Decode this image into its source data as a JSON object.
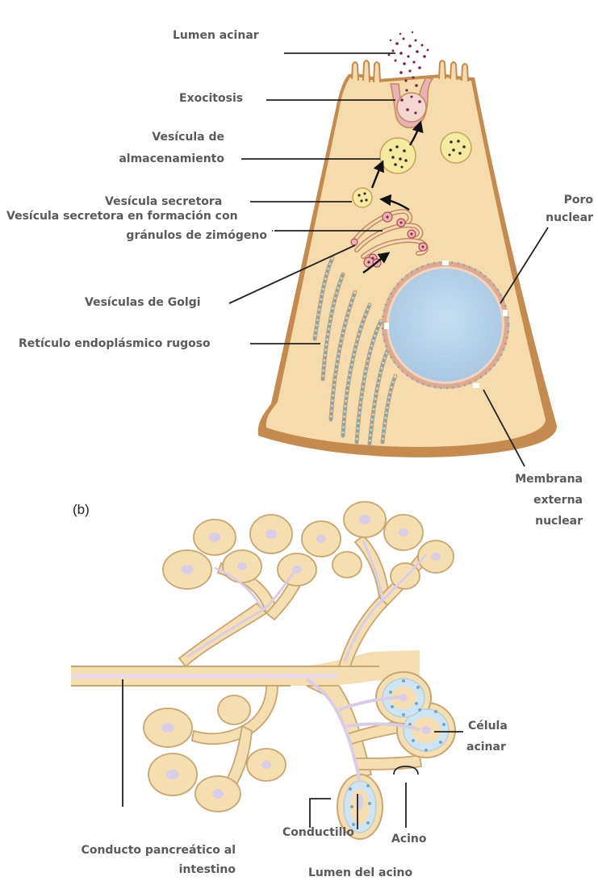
{
  "colors": {
    "cytoplasm": "#f6dcac",
    "cell_edge": "#c9894b",
    "nucleus": "#b7d4ea",
    "vesicle": "#f6eaa0",
    "label_text": "#5a5a5a",
    "leader": "#222222",
    "lobule_fill": "#f5deb0",
    "lobule_edge": "#c9a56f",
    "duct_lumen": "#d8cde6",
    "ribosome": "#6fa8c8",
    "granule": "#7a1f4d"
  },
  "panel_a": {
    "labels": {
      "lumen_acinar": "Lumen acinar",
      "exocitosis": "Exocitosis",
      "vesicula_almacenamiento_1": "Vesícula de",
      "vesicula_almacenamiento_2": "almacenamiento",
      "vesicula_secretora": "Vesícula secretora",
      "vesicula_formacion_1": "Vesícula secretora en formación con",
      "vesicula_formacion_2": "gránulos de zimógeno",
      "vesiculas_golgi": "Vesículas de Golgi",
      "reticulo": "Retículo endoplásmico rugoso",
      "poro_1": "Poro",
      "poro_2": "nuclear",
      "membrana_1": "Membrana",
      "membrana_2": "externa",
      "membrana_3": "nuclear"
    }
  },
  "panel_b": {
    "section_label": "(b)",
    "labels": {
      "celula_1": "Célula",
      "celula_2": "acinar",
      "conductillo": "Conductillo",
      "acino": "Acino",
      "conducto_1": "Conducto pancreático al",
      "conducto_2": "intestino",
      "lumen_acino": "Lumen del acino"
    }
  }
}
